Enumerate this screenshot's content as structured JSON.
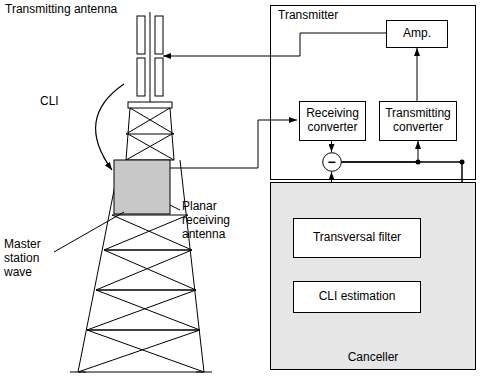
{
  "diagram": {
    "nodes": [
      {
        "text": [
          "Transmitter"
        ]
      },
      {
        "text": [
          "Amp."
        ],
        "in": 0
      },
      {
        "text": [
          "Receiving converter"
        ],
        "in": 0
      },
      {
        "text": [
          "Transmitting converter"
        ],
        "in": 0
      },
      {
        "text": [
          "−"
        ],
        "in": 0
      },
      {
        "text": [
          "Canceller"
        ]
      },
      {
        "text": [
          "Transversal filter"
        ],
        "in": 5
      },
      {
        "text": [
          "CLI estimation"
        ],
        "in": 5
      }
    ],
    "edges": [
      {
        "from": 2,
        "to": 4,
        "arrow": "to"
      },
      {
        "from": 4,
        "to": 3,
        "arrow": "to"
      },
      {
        "from": 3,
        "to": 1,
        "arrow": "to"
      },
      {
        "from": 4,
        "to": 6,
        "arrow": "to"
      },
      {
        "from": 4,
        "to": 7,
        "arrow": "to"
      },
      {
        "from": 7,
        "to": 6,
        "arrow": "to"
      },
      {
        "from": 6,
        "to": 4,
        "arrow": "to"
      }
    ],
    "labels": [
      "Transmitting antenna",
      "CLI",
      "Master station wave",
      "Planar receiving antenna"
    ]
  }
}
